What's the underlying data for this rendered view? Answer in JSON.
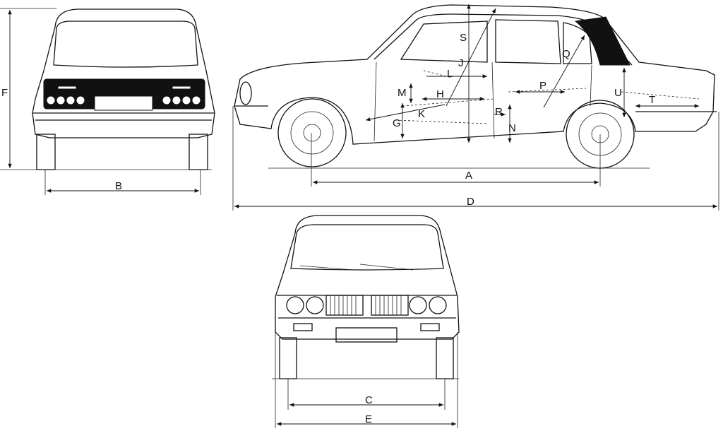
{
  "rear_view": {
    "labels": {
      "height": "F",
      "rear_track": "B"
    }
  },
  "side_view": {
    "labels": {
      "wheelbase": "A",
      "overall_length": "D",
      "S": "S",
      "J": "J",
      "L": "L",
      "Q": "Q",
      "M": "M",
      "H": "H",
      "P": "P",
      "U": "U",
      "T": "T",
      "K": "K",
      "R": "R",
      "G": "G",
      "N": "N"
    }
  },
  "front_view": {
    "labels": {
      "front_track": "C",
      "overall_width": "E"
    }
  },
  "colors": {
    "line": "#111111",
    "background": "#ffffff"
  }
}
